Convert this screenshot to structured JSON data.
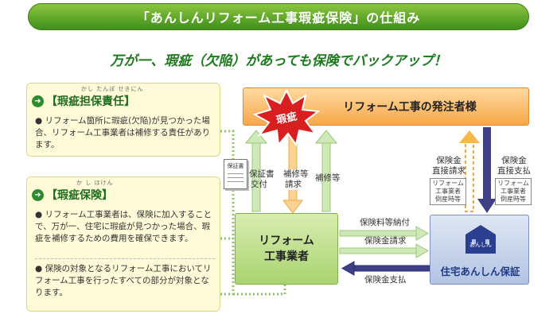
{
  "title": "「あんしんリフォーム工事瑕疵保険」の仕組み",
  "subtitle": "万が一、瑕疵（欠陥）があっても保険でバックアップ！",
  "sections": [
    {
      "ruby": "かし たんぽ せきにん",
      "heading": "【瑕疵担保責任】",
      "bullets": [
        "リフォーム箇所に瑕疵(欠陥)が見つかった場合、リフォーム工事業者は補修する責任があります。"
      ]
    },
    {
      "ruby": "か し ほけん",
      "heading": "【瑕疵保険】",
      "bullets": [
        "リフォーム工事業者は、保険に加入することで、万が一、住宅に瑕疵が見つかった場合、瑕疵を補修するための費用を確保できます。",
        "保険の対象となるリフォーム工事においてリフォーム工事を行ったすべての部分が対象となります。"
      ]
    }
  ],
  "diagram": {
    "client": "リフォーム工事の発注者様",
    "burst": "瑕疵",
    "contractor": [
      "リフォーム",
      "工事業者"
    ],
    "insurer": "住宅あんしん保証",
    "insurer_logo": "あんしん",
    "certificate_doc": "保証書",
    "certificate_label": [
      "保証書",
      "交付"
    ],
    "repair_request": [
      "補修等",
      "請求"
    ],
    "repair": "補修等",
    "premium": "保険料等納付",
    "claim": "保険金請求",
    "payout": "保険金支払",
    "direct_request": [
      "保険金",
      "直接請求"
    ],
    "direct_payout": [
      "保険金",
      "直接支払"
    ],
    "bankruptcy_note": [
      "リフォーム",
      "工事業者",
      "倒産時等"
    ]
  },
  "colors": {
    "green": "#2e8b2e",
    "orange": "#f7a84a",
    "navy": "#2a2f7a"
  }
}
